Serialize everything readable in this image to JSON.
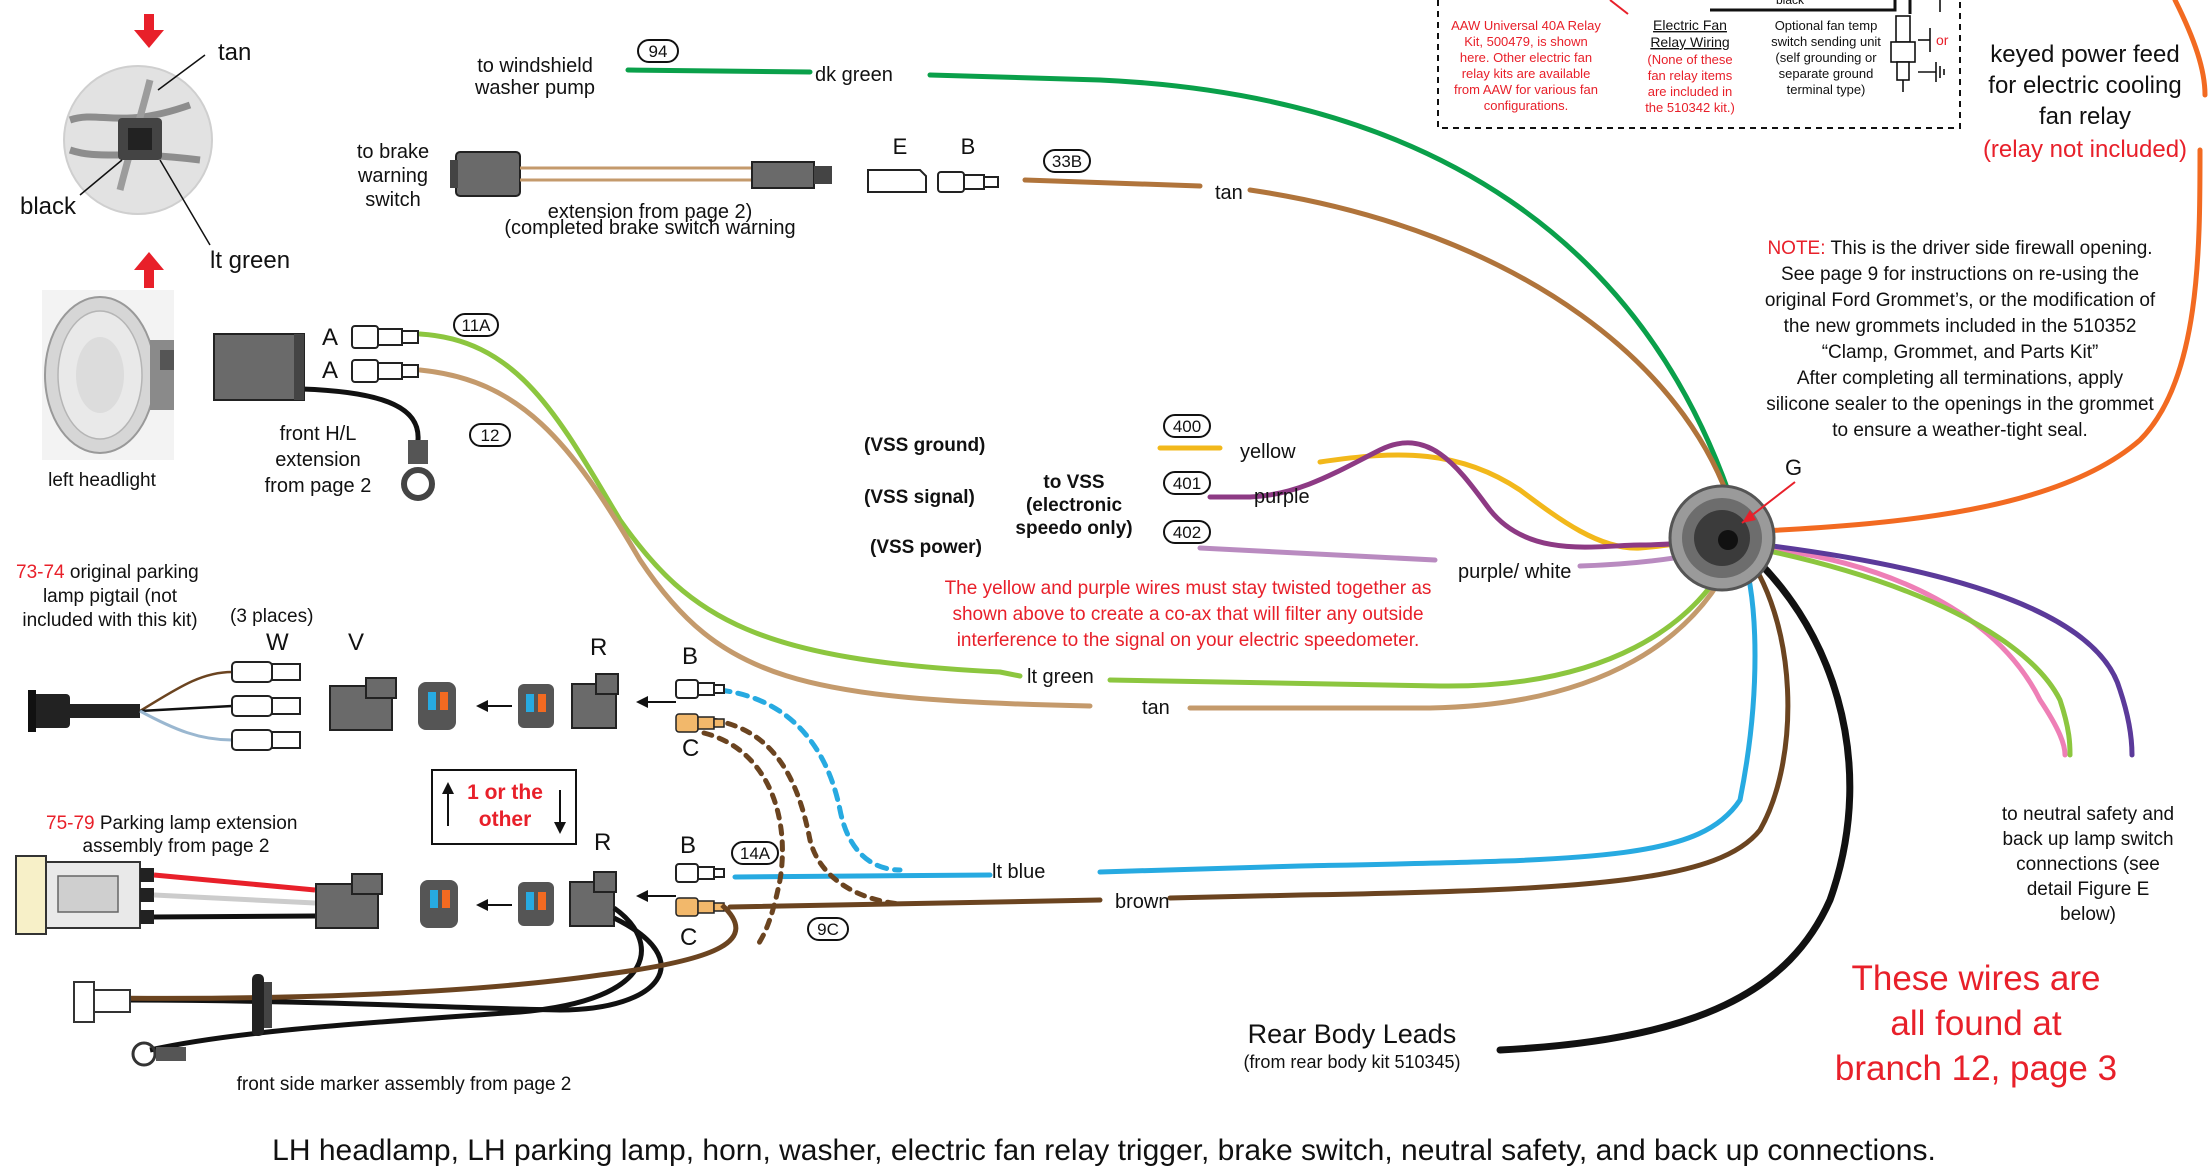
{
  "colors": {
    "dk_green": "#0aa04a",
    "lt_green": "#8cc63f",
    "tan": "#c49a6c",
    "brown_tan": "#b0743b",
    "yellow": "#f2b81b",
    "purple": "#8d3a84",
    "purple_white": "#b98bc0",
    "lt_blue": "#27aae1",
    "brown": "#6b4420",
    "black": "#111111",
    "orange": "#f26a21",
    "pink": "#ee7fb6",
    "violet": "#5b3a9a",
    "red": "#e8202a"
  },
  "headlight_photo": {
    "tan": "tan",
    "black": "black",
    "lt_green": "lt green",
    "caption": "left headlight"
  },
  "windshield": {
    "label_line1": "to windshield",
    "label_line2": "washer pump",
    "tag": "94",
    "wire": "dk green"
  },
  "brake": {
    "label_line1": "to brake",
    "label_line2": "warning",
    "label_line3": "switch",
    "ext_line1": "extension from page 2)",
    "ext_line2": "(completed brake switch warning",
    "pin_e": "E",
    "pin_b": "B",
    "tag": "33B",
    "wire": "tan"
  },
  "headlight_ext": {
    "pin_a1": "A",
    "pin_a2": "A",
    "tag1": "11A",
    "tag2": "12",
    "label_line1": "front H/L",
    "label_line2": "extension",
    "label_line3": "from page 2"
  },
  "relay_box": {
    "left_line1": "AAW Universal 40A Relay",
    "left_line2": "Kit, 500479, is shown",
    "left_line3": "here. Other electric fan",
    "left_line4": "relay kits are available",
    "left_line5": "from AAW for various fan",
    "left_line6": "configurations.",
    "mid_title1": "Electric Fan",
    "mid_title2": "Relay Wiring",
    "mid_line1": "(None of these",
    "mid_line2": "fan relay items",
    "mid_line3": "are included in",
    "mid_line4": "the 510342 kit.)",
    "right_line1": "Optional fan temp",
    "right_line2": "switch sending unit",
    "right_line3": "(self grounding or",
    "right_line4": "separate ground",
    "right_line5": "terminal type)",
    "or_label": "or",
    "wire_black": "black"
  },
  "keyed_feed": {
    "line1": "keyed power feed",
    "line2": "for electric cooling",
    "line3": "fan relay",
    "line4": "(relay not included)"
  },
  "note": {
    "prefix": "NOTE:",
    "line1": " This is the driver side firewall opening.",
    "line2": "See page 9 for instructions on re-using the",
    "line3": "original Ford Grommet’s, or the modification of",
    "line4": "the new grommets included in the 510352",
    "line5": "“Clamp, Grommet, and Parts Kit”",
    "line6": "After completing all terminations, apply",
    "line7": "silicone sealer to the openings in the grommet",
    "line8": "to ensure a weather-tight seal."
  },
  "grommet_label": "G",
  "vss": {
    "ground": "(VSS ground)",
    "signal": "(VSS signal)",
    "power": "(VSS power)",
    "to_line1": "to VSS",
    "to_line2": "(electronic",
    "to_line3": "speedo only)",
    "tag400": "400",
    "tag401": "401",
    "tag402": "402",
    "yellow": "yellow",
    "purple": "purple",
    "purple_white": "purple/ white",
    "warn_line1": "The yellow and purple wires must stay twisted together as",
    "warn_line2": "shown above to create a co-ax that will filter any outside",
    "warn_line3": "interference to the signal on your electric speedometer."
  },
  "parking_pigtail": {
    "num": "73-74",
    "line1": " original parking",
    "line2": "lamp pigtail (not",
    "line3": "included with this kit)",
    "places": "(3 places)",
    "pin_w": "W",
    "pin_v": "V",
    "pin_r": "R",
    "pin_b": "B",
    "pin_c": "C"
  },
  "main_wires": {
    "lt_green": "lt green",
    "tan": "tan",
    "lt_blue": "lt blue",
    "brown": "brown"
  },
  "one_or_other": {
    "line1": "1 or the",
    "line2": "other"
  },
  "parking_ext": {
    "num": "75-79",
    "line1": " Parking lamp extension",
    "line2": "assembly from page 2",
    "pin_r": "R",
    "pin_b": "B",
    "pin_c": "C",
    "tag14a": "14A",
    "tag9c": "9C"
  },
  "side_marker": "front side marker assembly from page 2",
  "rear_body": {
    "line1": "Rear Body Leads",
    "line2": "(from rear body kit 510345)"
  },
  "neutral": {
    "line1": "to neutral safety and",
    "line2": "back up lamp switch",
    "line3": "connections (see",
    "line4": "detail Figure E",
    "line5": "below)"
  },
  "branch": {
    "line1": "These wires are",
    "line2": "all found at",
    "line3": "branch 12, page 3"
  },
  "caption": "LH headlamp, LH parking lamp, horn, washer, electric fan relay trigger, brake switch, neutral safety, and back up connections."
}
